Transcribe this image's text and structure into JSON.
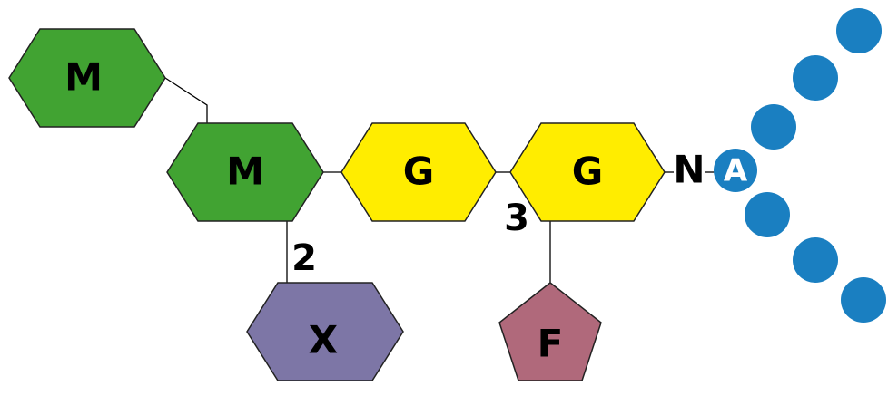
{
  "nodes": {
    "m_top": {
      "label": "M",
      "color": "#41a332"
    },
    "m_mid": {
      "label": "M",
      "color": "#41a332"
    },
    "g_left": {
      "label": "G",
      "color": "#ffed00"
    },
    "g_right": {
      "label": "G",
      "color": "#ffed00"
    },
    "x": {
      "label": "X",
      "color": "#7d76a6"
    },
    "f": {
      "label": "F",
      "color": "#b0697b"
    }
  },
  "linkage_labels": {
    "m_x": "2",
    "g_g": "3"
  },
  "terminal": {
    "label": "N",
    "anchor_label": "A",
    "anchor_color": "#1a7fc1",
    "anchor_text_color": "#ffffff"
  },
  "bead_color": "#1a7fc1"
}
